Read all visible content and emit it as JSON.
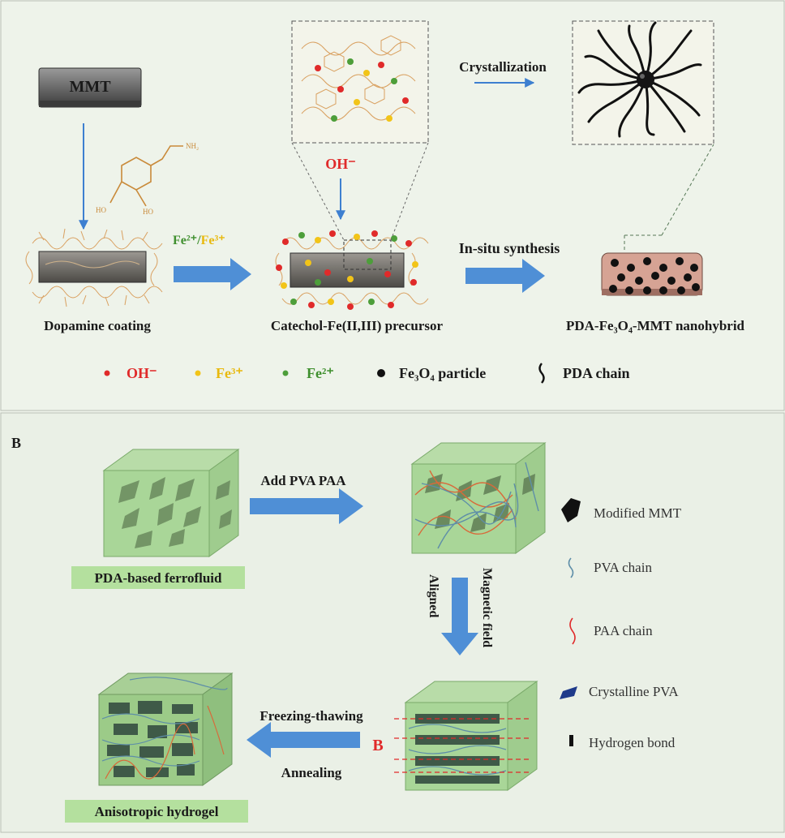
{
  "panel_a": {
    "mmt_label": "MMT",
    "dopamine_nh2": "NH₂",
    "dopamine_ho1": "HO",
    "dopamine_ho2": "HO",
    "fe_ions_part1": "Fe²⁺/",
    "fe_ions_part2": "Fe³⁺",
    "oh_label": "OH⁻",
    "crystallization_label": "Crystallization",
    "insitu_label": "In-situ synthesis",
    "dopamine_caption": "Dopamine coating",
    "precursor_caption": "Catechol-Fe(II,III) precursor",
    "nanohybrid_caption": "PDA-Fe₃O₄-MMT nanohybrid",
    "legend": {
      "oh": "OH⁻",
      "fe3": "Fe³⁺",
      "fe2": "Fe²⁺",
      "fe3o4": "Fe₃O₄ particle",
      "pda": "PDA chain"
    },
    "colors": {
      "oh": "#e02a2a",
      "fe3": "#f2c418",
      "fe2": "#4d9e3a",
      "arrow": "#4f8fd6"
    }
  },
  "panel_b": {
    "panel_letter": "B",
    "add_label": "Add PVA PAA",
    "ferrofluid_label": "PDA-based ferrofluid",
    "aligned_label": "Aligned",
    "magnetic_label": "Magnetic field",
    "freezing_label": "Freezing-thawing",
    "annealing_label": "Annealing",
    "b_field_label": "B",
    "hydrogel_label": "Anisotropic hydrogel",
    "legend": {
      "mmt": "Modified MMT",
      "pva": "PVA chain",
      "paa": "PAA chain",
      "crystalline": "Crystalline PVA",
      "hbond": "Hydrogen bond"
    }
  }
}
